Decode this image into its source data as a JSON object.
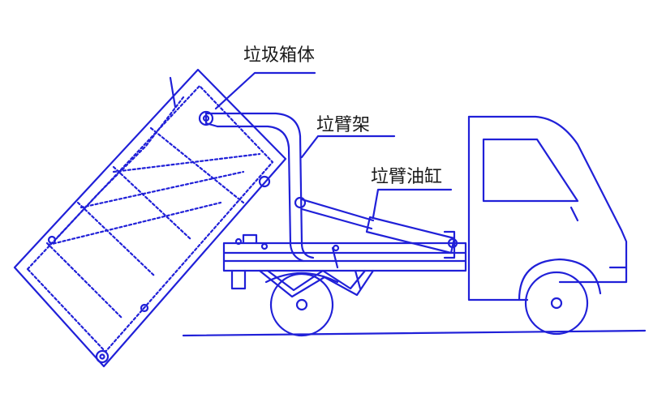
{
  "labels": {
    "garbage_bin": "垃圾箱体",
    "arm_frame": "垃臂架",
    "arm_cylinder": "垃臂油缸"
  },
  "colors": {
    "line": "#2020d8",
    "leader": "#2020d8",
    "text": "#1a1a1a",
    "background": "#ffffff"
  }
}
